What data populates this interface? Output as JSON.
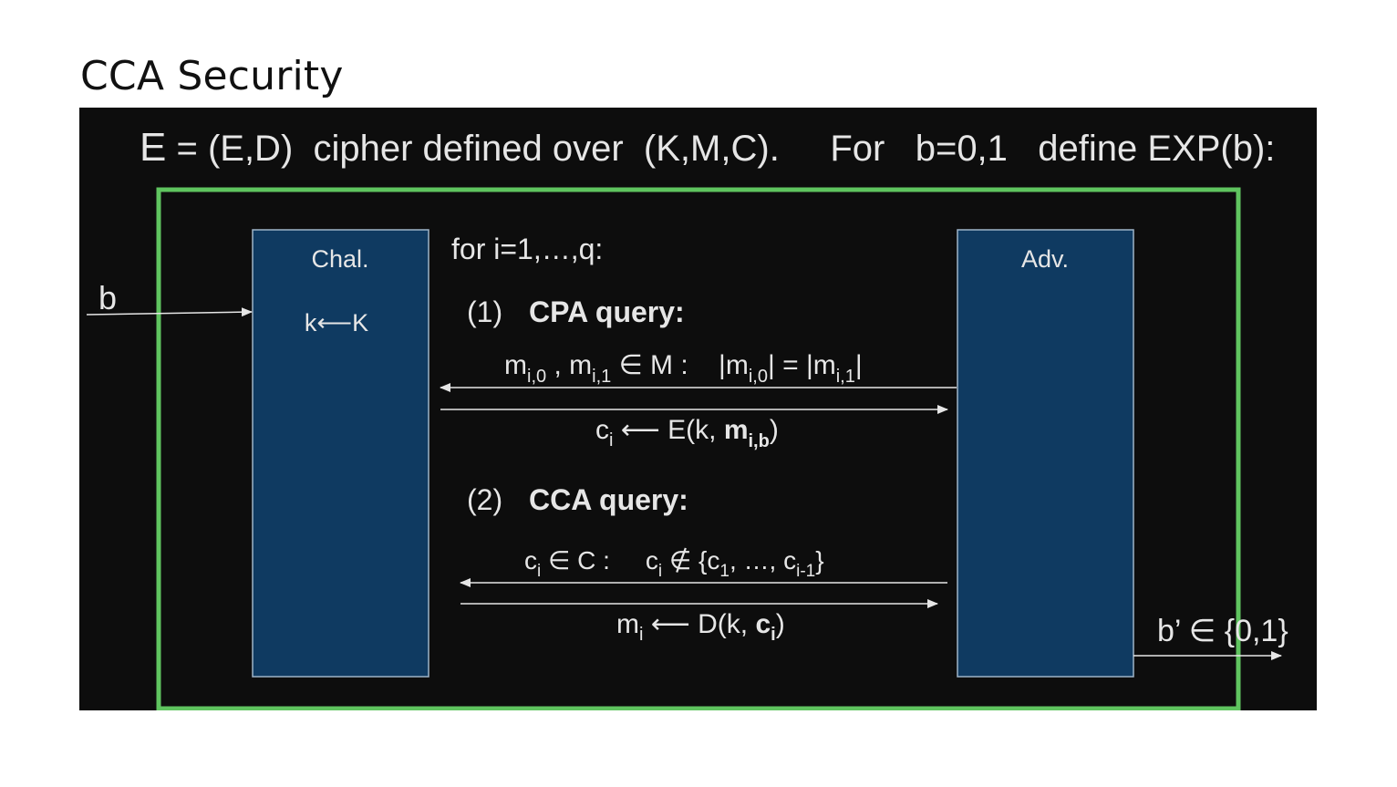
{
  "title": "CCA Security",
  "colors": {
    "slide_bg": "#0d0d0d",
    "frame": "#5fc45f",
    "box_fill": "#0f3a61",
    "box_stroke": "#9fb4c8",
    "text": "#e6e6e6",
    "arrow": "#e6e6e6"
  },
  "diagram": {
    "header": {
      "e": "E",
      "rest": " = (E,D)  cipher defined over  (K,M,C).     For   b=0,1   define EXP(b):"
    },
    "input_b": "b",
    "challenger": {
      "label": "Chal.",
      "keygen": "k⟵K"
    },
    "adversary": {
      "label": "Adv."
    },
    "loop": "for i=1,…,q:",
    "query1": {
      "num": "(1)",
      "title": "CPA query:",
      "m": "m",
      "sub_i0": "i,0",
      "sep": " , m",
      "sub_i1": "i,1",
      "in_m": " ∈ M :    |m",
      "sub_i0b": "i,0",
      "eq": "| = |m",
      "sub_i1b": "i,1",
      "bar": "|",
      "c": "c",
      "sub_i": "i",
      "enc": " ⟵ E(k, ",
      "mb": "m",
      "sub_ib": "i,b",
      "close": ")"
    },
    "query2": {
      "num": "(2)",
      "title": "CCA query:",
      "c": "c",
      "sub_i": "i",
      "in_c": " ∈ C :     c",
      "sub_i2": "i",
      "notin": " ∉ {c",
      "sub_1": "1",
      "dots": ", …, c",
      "sub_im1": "i-1",
      "brace": "}",
      "m": "m",
      "sub_mi": "i",
      "dec": " ⟵ D(k, ",
      "cb": "c",
      "sub_ci": "i",
      "close": ")"
    },
    "output": "b’ ∈ {0,1}"
  }
}
